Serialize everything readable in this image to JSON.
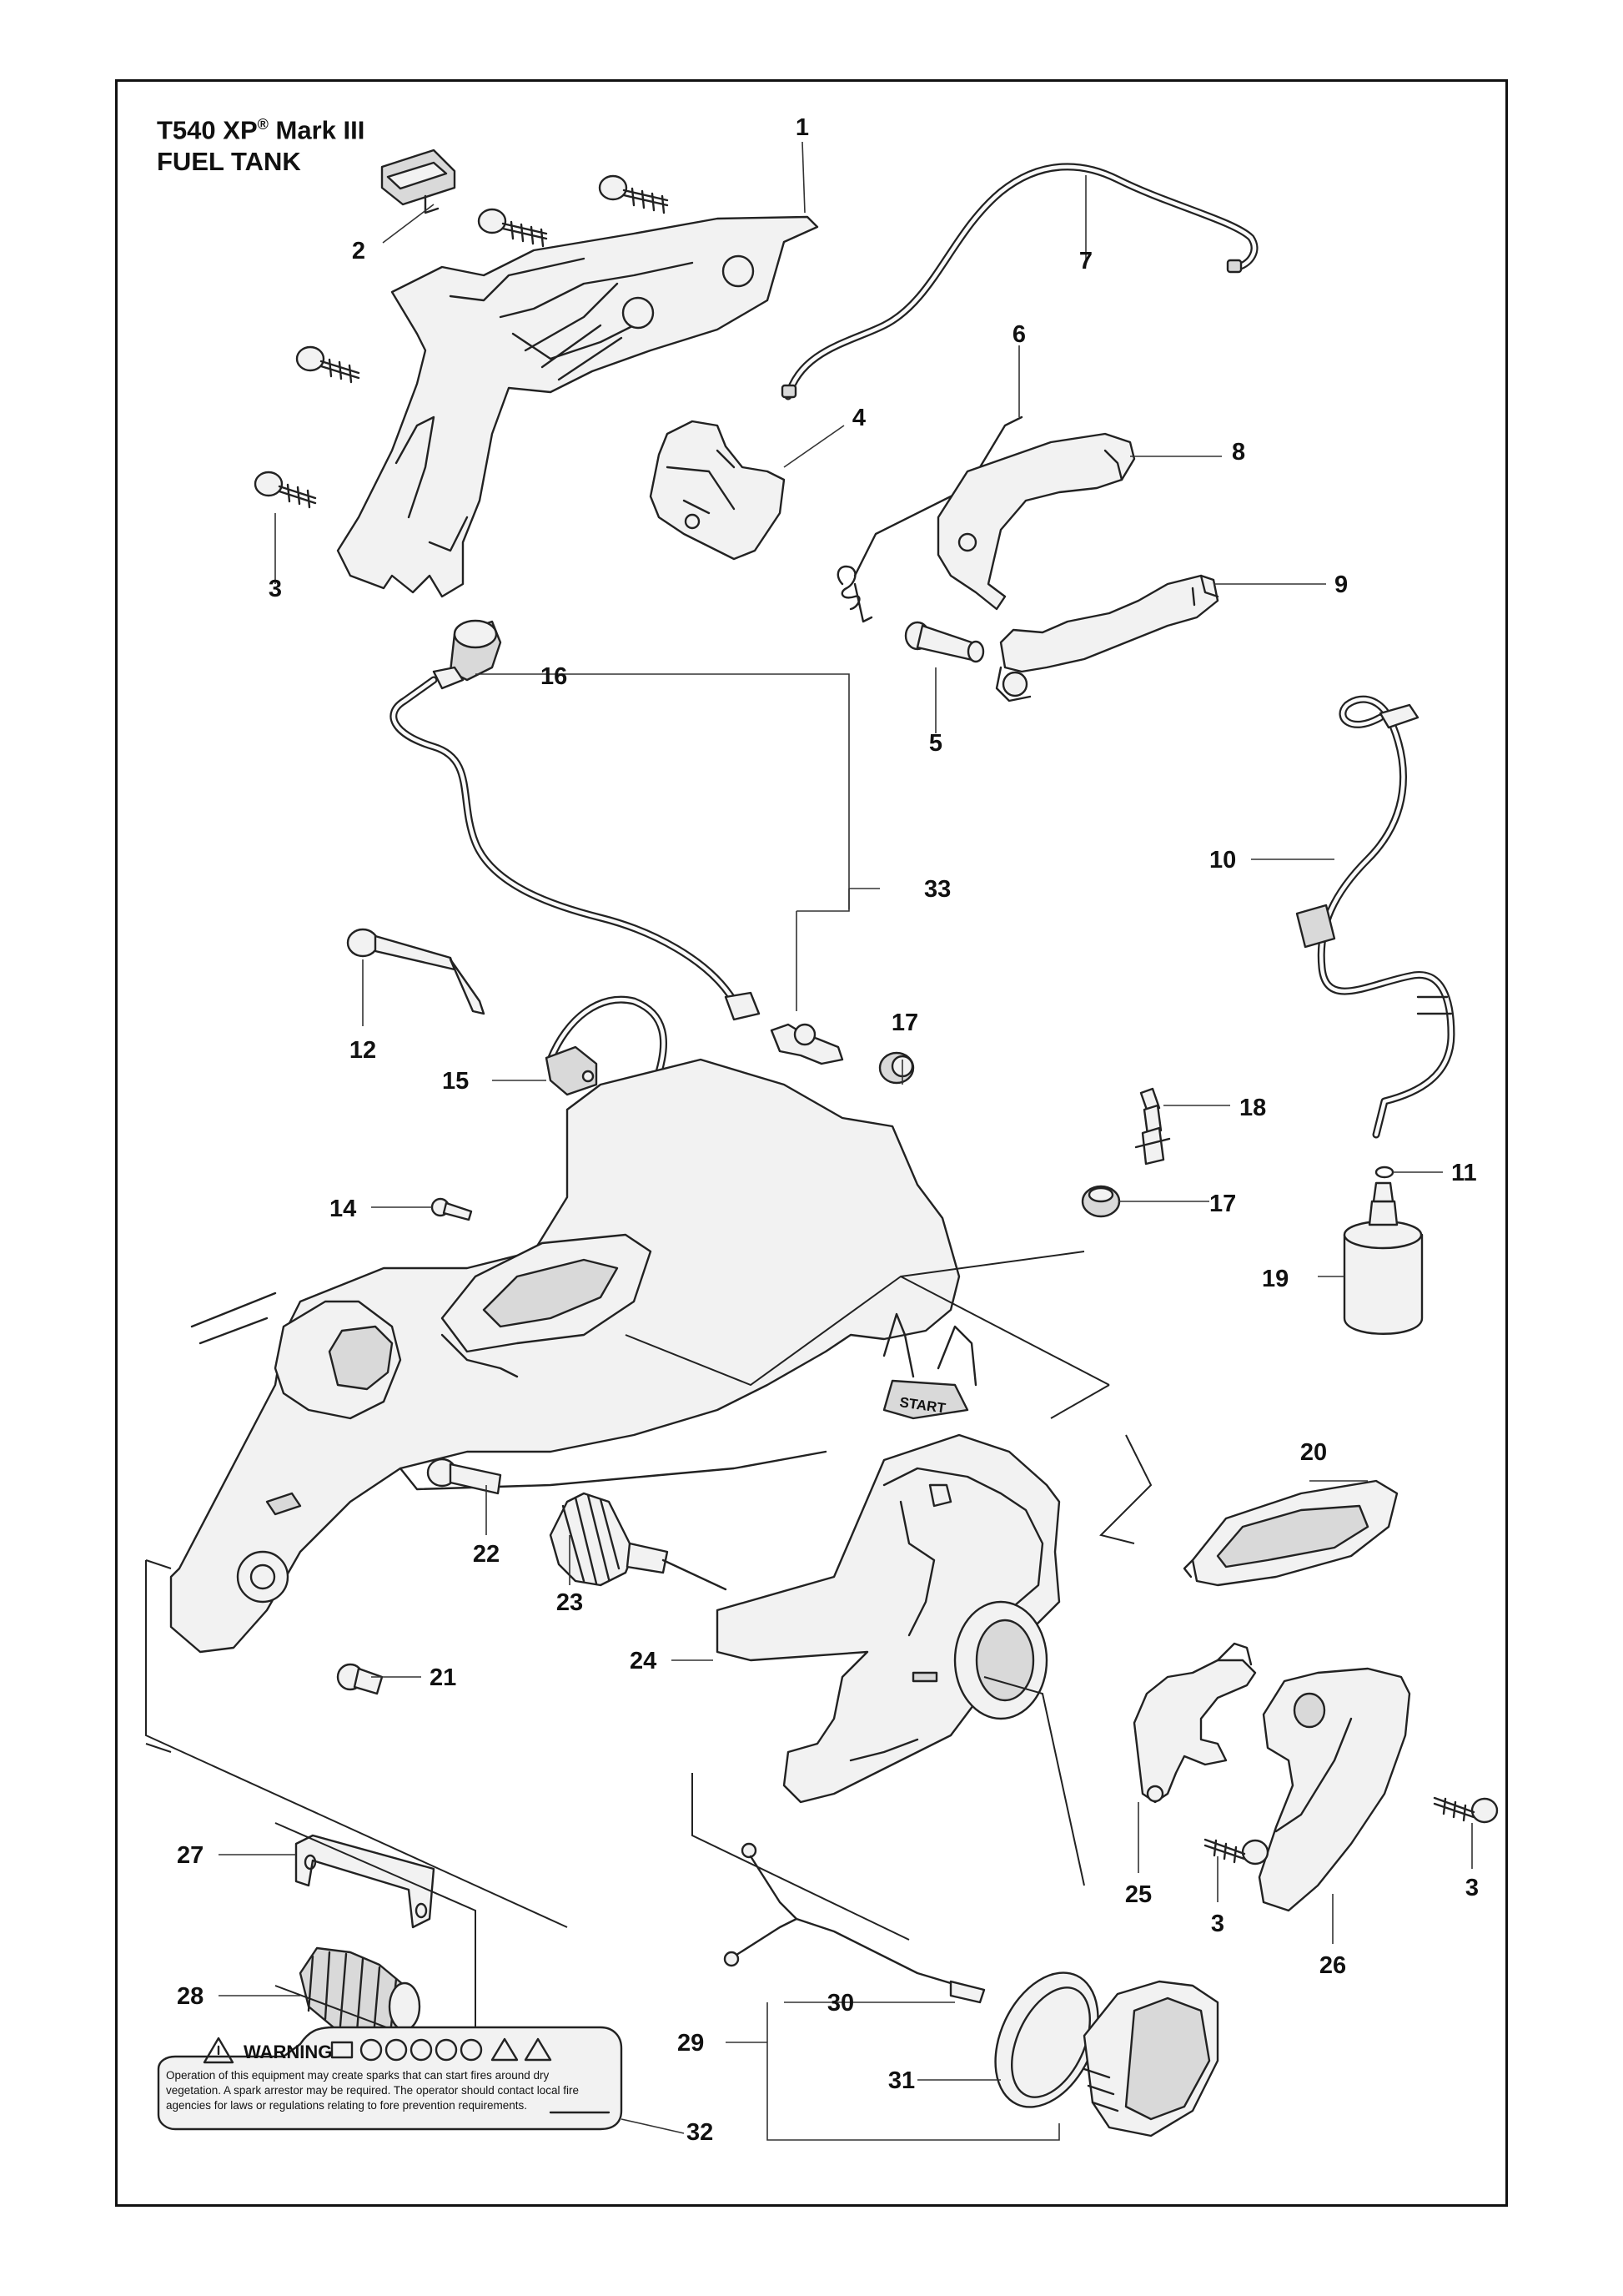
{
  "title": {
    "model": "T540 XP",
    "registered": "®",
    "mark": "Mark III",
    "section": "FUEL TANK"
  },
  "callouts": [
    {
      "id": "c1",
      "label": "1"
    },
    {
      "id": "c2",
      "label": "2"
    },
    {
      "id": "c3a",
      "label": "3"
    },
    {
      "id": "c4",
      "label": "4"
    },
    {
      "id": "c5",
      "label": "5"
    },
    {
      "id": "c6",
      "label": "6"
    },
    {
      "id": "c7",
      "label": "7"
    },
    {
      "id": "c8",
      "label": "8"
    },
    {
      "id": "c9",
      "label": "9"
    },
    {
      "id": "c10",
      "label": "10"
    },
    {
      "id": "c11",
      "label": "11"
    },
    {
      "id": "c12",
      "label": "12"
    },
    {
      "id": "c14",
      "label": "14"
    },
    {
      "id": "c15",
      "label": "15"
    },
    {
      "id": "c16",
      "label": "16"
    },
    {
      "id": "c17a",
      "label": "17"
    },
    {
      "id": "c17b",
      "label": "17"
    },
    {
      "id": "c18",
      "label": "18"
    },
    {
      "id": "c19",
      "label": "19"
    },
    {
      "id": "c20",
      "label": "20"
    },
    {
      "id": "c21",
      "label": "21"
    },
    {
      "id": "c22",
      "label": "22"
    },
    {
      "id": "c23",
      "label": "23"
    },
    {
      "id": "c24",
      "label": "24"
    },
    {
      "id": "c25",
      "label": "25"
    },
    {
      "id": "c3b",
      "label": "3"
    },
    {
      "id": "c26",
      "label": "26"
    },
    {
      "id": "c3c",
      "label": "3"
    },
    {
      "id": "c27",
      "label": "27"
    },
    {
      "id": "c28",
      "label": "28"
    },
    {
      "id": "c29",
      "label": "29"
    },
    {
      "id": "c30",
      "label": "30"
    },
    {
      "id": "c31",
      "label": "31"
    },
    {
      "id": "c32",
      "label": "32"
    },
    {
      "id": "c33",
      "label": "33"
    }
  ],
  "warning_label": {
    "heading": "WARNING",
    "lines": [
      "Operation of this equipment may create sparks that can start fires around dry",
      "vegetation. A spark arrestor may be required. The operator should contact local fire",
      "agencies for laws or regulations relating to fore prevention requirements."
    ]
  },
  "part_markings": {
    "start_label": "START"
  },
  "colors": {
    "ink": "#111111",
    "part_fill": "#f2f2f2",
    "background": "#ffffff"
  }
}
